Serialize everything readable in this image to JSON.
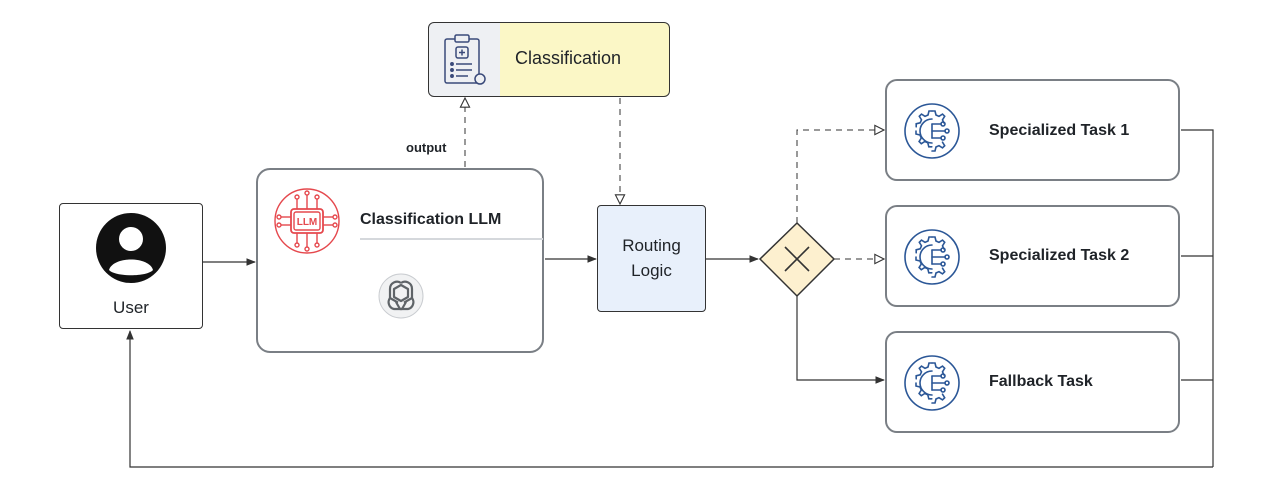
{
  "user": {
    "label": "User"
  },
  "llm": {
    "title": "Classification LLM",
    "badge": "LLM"
  },
  "classification": {
    "label": "Classification"
  },
  "edge_output": {
    "label": "output"
  },
  "routing": {
    "line1": "Routing",
    "line2": "Logic"
  },
  "tasks": [
    {
      "label": "Specialized Task 1"
    },
    {
      "label": "Specialized Task 2"
    },
    {
      "label": "Fallback Task"
    }
  ],
  "colors": {
    "llm_red": "#e5484d",
    "task_blue": "#2b5797",
    "classification_fill": "#fbf7c6",
    "routing_fill": "#e8f0fb",
    "gateway_fill": "#fdf0cf"
  }
}
